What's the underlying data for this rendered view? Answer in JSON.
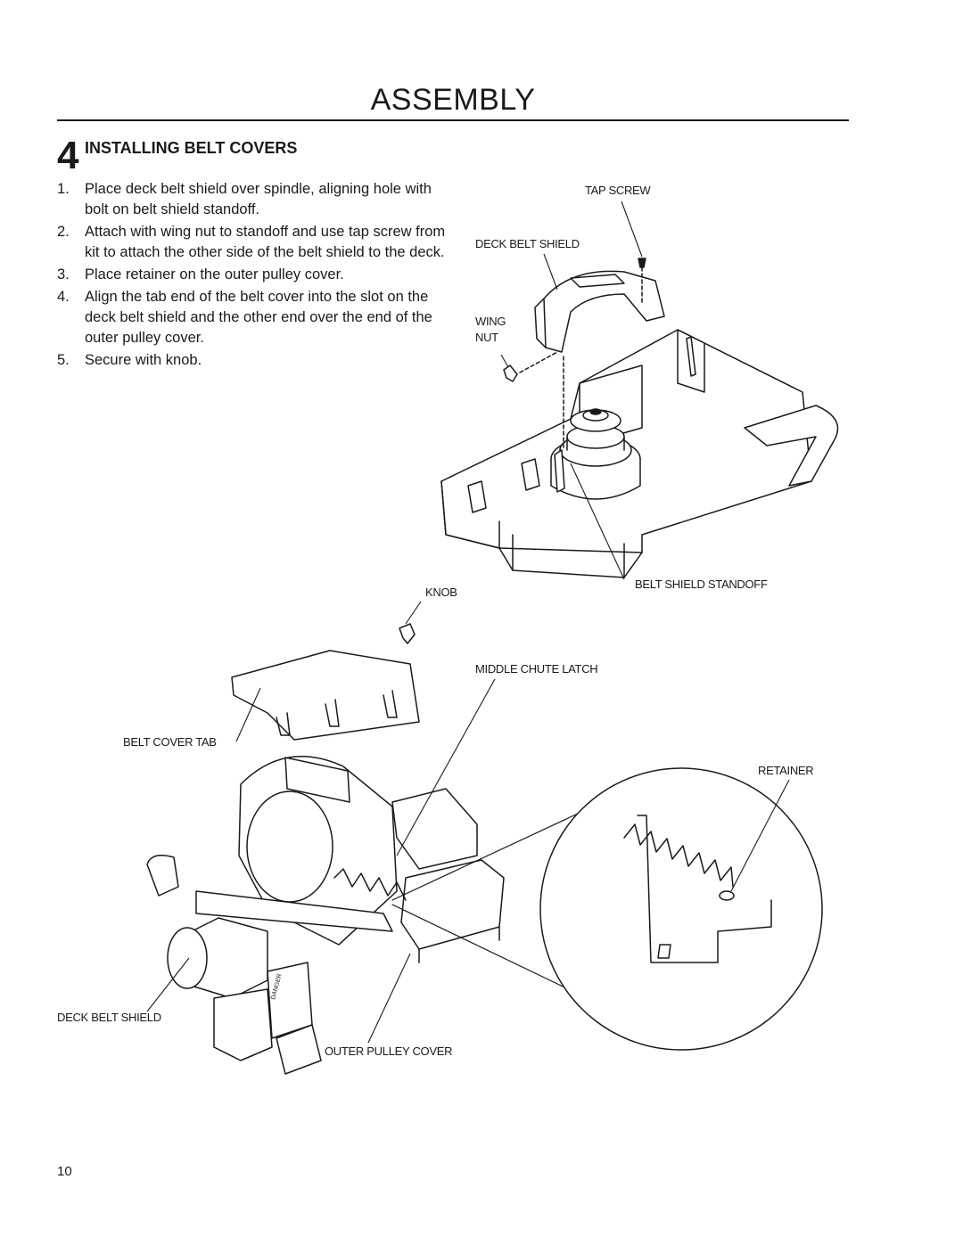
{
  "header": {
    "title": "ASSEMBLY"
  },
  "section": {
    "number": "4",
    "heading": "INSTALLING BELT COVERS"
  },
  "steps": [
    {
      "num": "1.",
      "text": "Place deck belt shield over spindle, aligning hole with bolt on belt shield standoff."
    },
    {
      "num": "2.",
      "text": "Attach with wing nut to standoff and use tap screw from kit to attach the other side of the belt shield to the deck."
    },
    {
      "num": "3.",
      "text": "Place retainer on the outer pulley cover."
    },
    {
      "num": "4.",
      "text": "Align the tab end of the belt cover into the slot on the deck belt shield and the other end over the end of the outer pulley cover."
    },
    {
      "num": "5.",
      "text": "Secure with knob."
    }
  ],
  "labels": {
    "tap_screw": "TAP SCREW",
    "deck_belt_shield_top": "DECK BELT SHIELD",
    "wing": "WING",
    "nut": "NUT",
    "knob": "KNOB",
    "belt_shield_standoff": "BELT SHIELD STANDOFF",
    "middle_chute_latch": "MIDDLE CHUTE LATCH",
    "belt_cover_tab": "BELT COVER TAB",
    "retainer": "RETAINER",
    "deck_belt_shield_bottom": "DECK BELT SHIELD",
    "outer_pulley_cover": "OUTER PULLEY COVER",
    "danger": "DANGER"
  },
  "footer": {
    "page_number": "10"
  }
}
